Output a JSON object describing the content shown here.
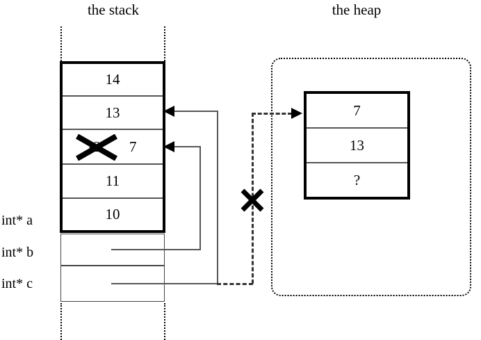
{
  "diagram": {
    "title_stack": "the stack",
    "title_heap": "the heap"
  },
  "stack": {
    "frame_cells": [
      {
        "value": "14"
      },
      {
        "value": "13"
      },
      {
        "value": "12",
        "struck": true,
        "replacement": "7"
      },
      {
        "value": "11"
      },
      {
        "value": "10"
      }
    ],
    "pointer_slots": [
      {
        "label": "int* a"
      },
      {
        "label": "int* b"
      },
      {
        "label": "int* c"
      }
    ]
  },
  "heap": {
    "block_cells": [
      {
        "value": "7"
      },
      {
        "value": "13"
      },
      {
        "value": "?"
      }
    ]
  },
  "annotations": {
    "strike_old_value": "×",
    "strike_dangling_pointer": "×"
  },
  "colors": {
    "ink": "#000000",
    "line": "#555555",
    "dashed": "#333333",
    "background": "#ffffff"
  }
}
